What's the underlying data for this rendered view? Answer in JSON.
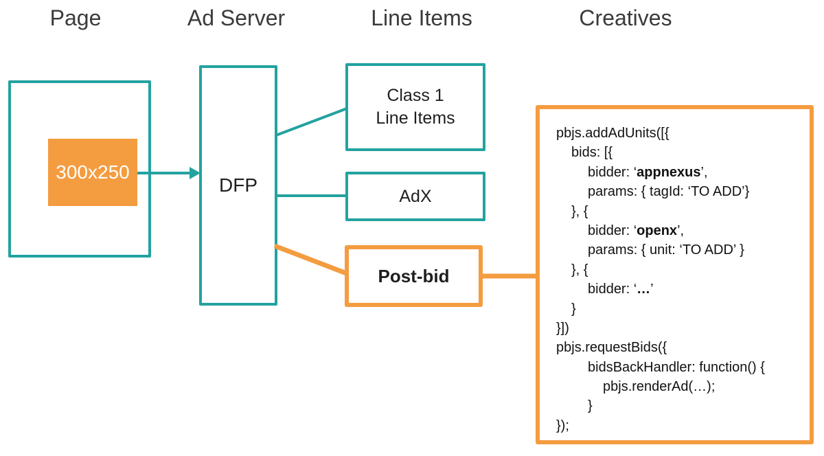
{
  "colors": {
    "teal": "#23A2A0",
    "orange": "#F49C40",
    "header_text": "#3B3B3B",
    "code_text": "#111111"
  },
  "headers": [
    {
      "label": "Page"
    },
    {
      "label": "Ad Server"
    },
    {
      "label": "Line Items"
    },
    {
      "label": "Creatives"
    }
  ],
  "page": {
    "ad_slot_label": "300x250"
  },
  "ad_server": {
    "dfp_label": "DFP"
  },
  "line_items": {
    "class1": {
      "line1": "Class 1",
      "line2": "Line Items"
    },
    "adx_label": "AdX",
    "postbid_label": "Post-bid"
  },
  "creatives": {
    "code_lines": [
      {
        "indent": 0,
        "segments": [
          {
            "text": "pbjs.addAdUnits([{",
            "bold": false
          }
        ]
      },
      {
        "indent": 1,
        "segments": [
          {
            "text": "bids: [{",
            "bold": false
          }
        ]
      },
      {
        "indent": 2,
        "segments": [
          {
            "text": "bidder: ‘",
            "bold": false
          },
          {
            "text": "appnexus",
            "bold": true
          },
          {
            "text": "’,",
            "bold": false
          }
        ]
      },
      {
        "indent": 2,
        "segments": [
          {
            "text": "params: { tagId: ‘TO ADD’}",
            "bold": false
          }
        ]
      },
      {
        "indent": 1,
        "segments": [
          {
            "text": "}, {",
            "bold": false
          }
        ]
      },
      {
        "indent": 2,
        "segments": [
          {
            "text": "bidder: ‘",
            "bold": false
          },
          {
            "text": "openx",
            "bold": true
          },
          {
            "text": "’,",
            "bold": false
          }
        ]
      },
      {
        "indent": 2,
        "segments": [
          {
            "text": "params: { unit: ‘TO ADD’ }",
            "bold": false
          }
        ]
      },
      {
        "indent": 1,
        "segments": [
          {
            "text": "}, {",
            "bold": false
          }
        ]
      },
      {
        "indent": 2,
        "segments": [
          {
            "text": "bidder: ‘",
            "bold": false
          },
          {
            "text": "…",
            "bold": true
          },
          {
            "text": "’",
            "bold": false
          }
        ]
      },
      {
        "indent": 1,
        "segments": [
          {
            "text": "}",
            "bold": false
          }
        ]
      },
      {
        "indent": 0,
        "segments": [
          {
            "text": "}])",
            "bold": false
          }
        ]
      },
      {
        "indent": 0,
        "segments": [
          {
            "text": "pbjs.requestBids({",
            "bold": false
          }
        ]
      },
      {
        "indent": 2,
        "segments": [
          {
            "text": "bidsBackHandler: function() {",
            "bold": false
          }
        ]
      },
      {
        "indent": 3,
        "segments": [
          {
            "text": "pbjs.renderAd(…);",
            "bold": false
          }
        ]
      },
      {
        "indent": 2,
        "segments": [
          {
            "text": "}",
            "bold": false
          }
        ]
      },
      {
        "indent": 0,
        "segments": [
          {
            "text": "});",
            "bold": false
          }
        ]
      }
    ]
  }
}
